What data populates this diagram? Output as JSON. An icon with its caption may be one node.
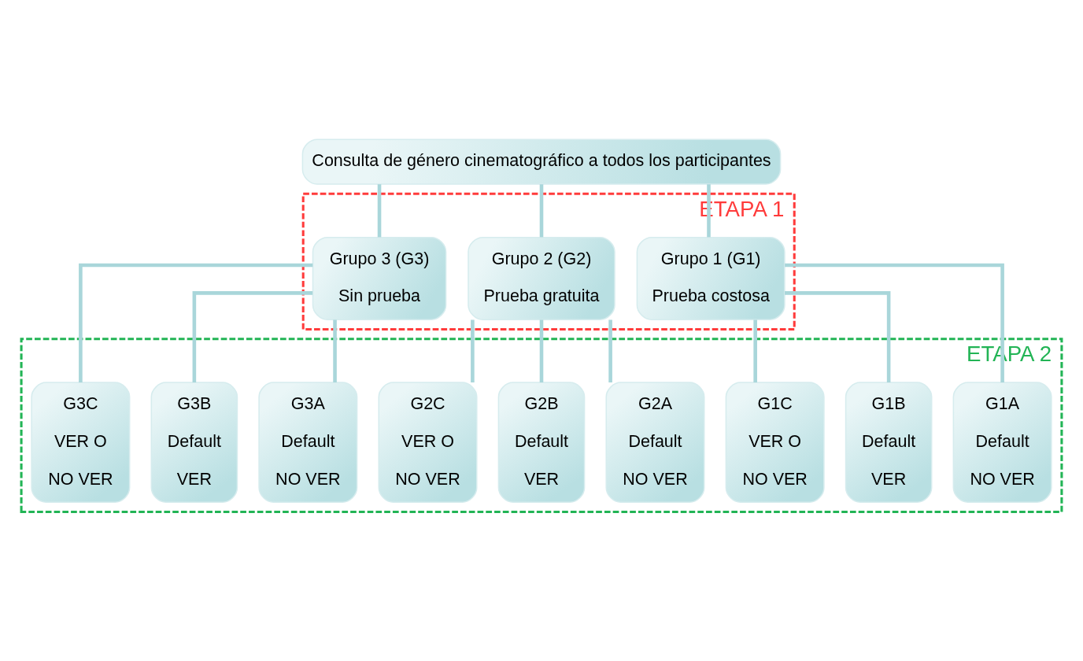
{
  "diagram": {
    "nodes": [
      {
        "text": [
          "Consulta de género cinematográfico a todos los participantes"
        ]
      },
      {
        "text": [
          "ETAPA 1"
        ]
      },
      {
        "text": [
          "Grupo 1 (G1)",
          "Prueba costosa"
        ],
        "in": 1
      },
      {
        "text": [
          "Grupo 2 (G2)",
          "Prueba gratuita"
        ],
        "in": 1
      },
      {
        "text": [
          "Grupo 3 (G3)",
          "Sin prueba"
        ],
        "in": 1
      },
      {
        "text": [
          "ETAPA 2"
        ]
      },
      {
        "text": [
          "G1A",
          "Default",
          "NO VER"
        ],
        "in": 5
      },
      {
        "text": [
          "G1B",
          "Default",
          "VER"
        ],
        "in": 5
      },
      {
        "text": [
          "G1C",
          "VER O",
          "NO VER"
        ],
        "in": 5
      },
      {
        "text": [
          "G2A",
          "Default",
          "NO VER"
        ],
        "in": 5
      },
      {
        "text": [
          "G2B",
          "Default",
          "VER"
        ],
        "in": 5
      },
      {
        "text": [
          "G2C",
          "VER O",
          "NO VER"
        ],
        "in": 5
      },
      {
        "text": [
          "G3A",
          "Default",
          "NO VER"
        ],
        "in": 5
      },
      {
        "text": [
          "G3B",
          "Default",
          "VER"
        ],
        "in": 5
      },
      {
        "text": [
          "G3C",
          "VER O",
          "NO VER"
        ],
        "in": 5
      }
    ],
    "edges": [
      {
        "from": 0,
        "to": 2,
        "arrow": "none"
      },
      {
        "from": 0,
        "to": 3,
        "arrow": "none"
      },
      {
        "from": 0,
        "to": 4,
        "arrow": "none"
      },
      {
        "from": 2,
        "to": 6,
        "arrow": "none"
      },
      {
        "from": 2,
        "to": 7,
        "arrow": "none"
      },
      {
        "from": 2,
        "to": 8,
        "arrow": "none"
      },
      {
        "from": 3,
        "to": 9,
        "arrow": "none"
      },
      {
        "from": 3,
        "to": 10,
        "arrow": "none"
      },
      {
        "from": 3,
        "to": 11,
        "arrow": "none"
      },
      {
        "from": 4,
        "to": 12,
        "arrow": "none"
      },
      {
        "from": 4,
        "to": 13,
        "arrow": "none"
      },
      {
        "from": 4,
        "to": 14,
        "arrow": "none"
      }
    ]
  }
}
